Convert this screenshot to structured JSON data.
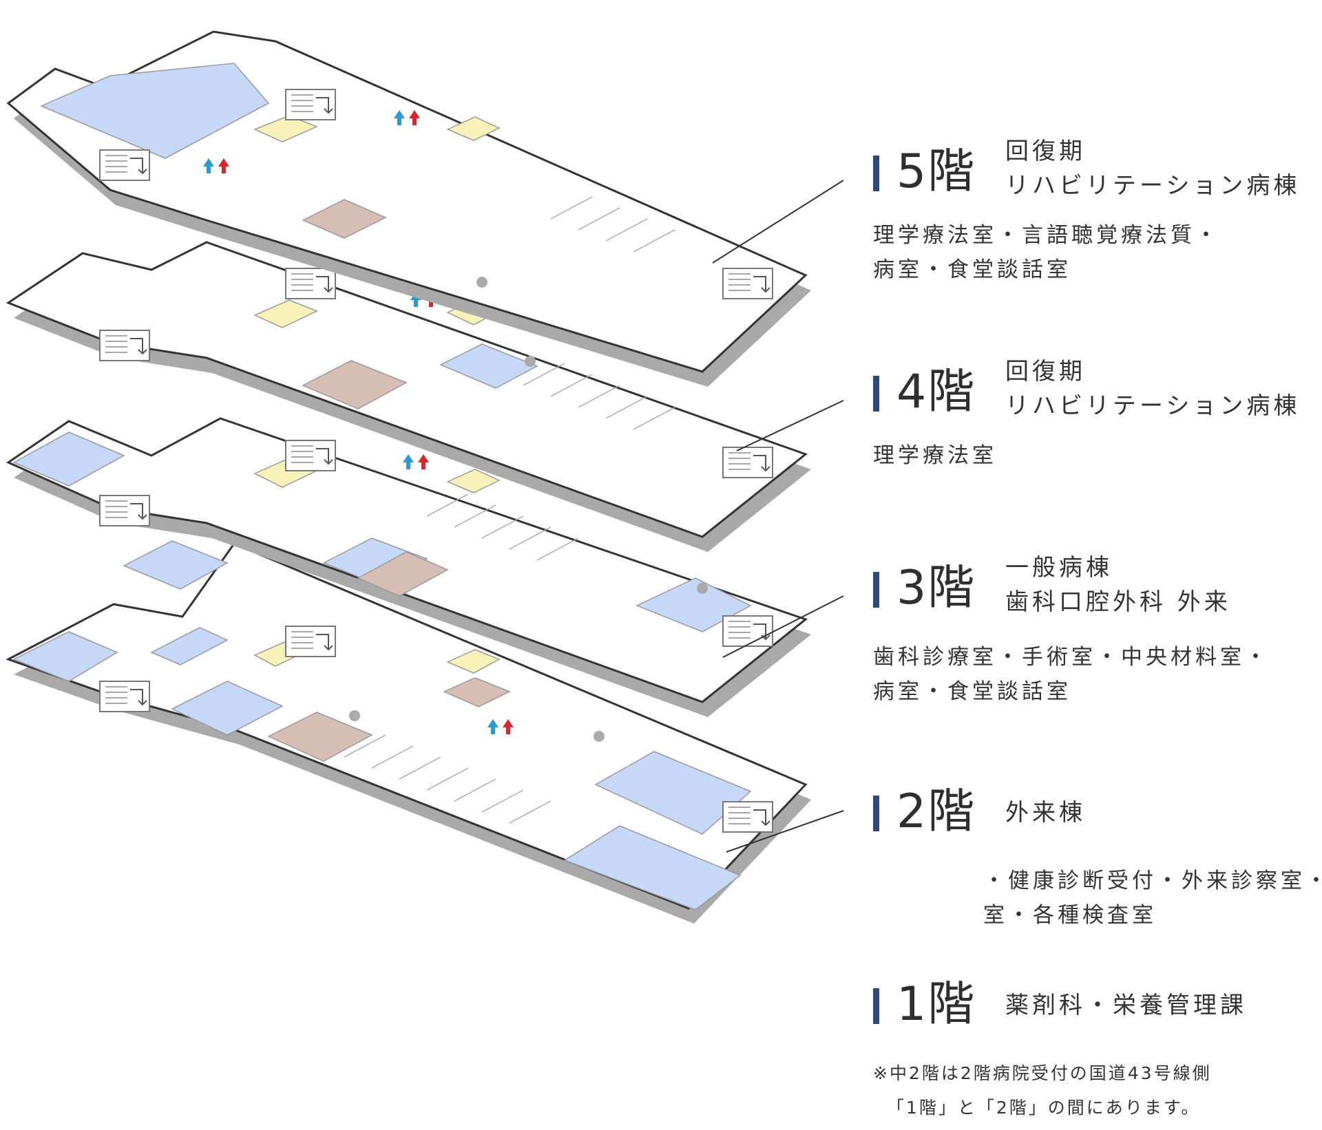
{
  "floors": [
    {
      "num": "5階",
      "heading": [
        "回復期",
        "リハビリテーション病棟"
      ],
      "rooms": [
        "理学療法室・言語聴覚療法質・",
        "病室・食堂談話室"
      ]
    },
    {
      "num": "4階",
      "heading": [
        "回復期",
        "リハビリテーション病棟"
      ],
      "rooms": [
        "理学療法室"
      ]
    },
    {
      "num": "3階",
      "heading": [
        "一般病棟",
        "歯科口腔外科 外来"
      ],
      "rooms": [
        "歯科診療室・手術室・中央材料室・",
        "病室・食堂談話室"
      ]
    },
    {
      "num": "2階",
      "heading": [
        "外来棟"
      ],
      "rooms": [
        "・健康診断受付・外来診察室・",
        "室・各種検査室"
      ]
    },
    {
      "num": "1階",
      "heading": [
        "薬剤科・栄養管理課"
      ],
      "rooms": []
    }
  ],
  "note": [
    "※中2階は2階病院受付の国道43号線側",
    "「1階」と「2階」の間にあります。"
  ],
  "colors": {
    "accent_bar": "#2e4a7d",
    "room_blue": "#c6d8f7",
    "room_yellow": "#f8f1b8",
    "room_brown": "#d6beb4",
    "toilet_male": "#2a9ad6",
    "toilet_female": "#d9262c",
    "floor_shadow": "#a8a8a8"
  }
}
